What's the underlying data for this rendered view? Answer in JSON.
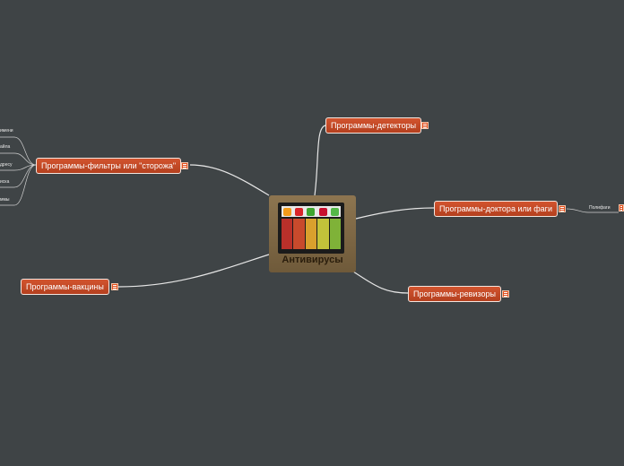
{
  "central": {
    "title": "Антивирусы",
    "icons": [
      "avast-icon",
      "avira-icon",
      "green-shield-icon",
      "kaspersky-icon",
      "drweb-icon"
    ]
  },
  "nodes": {
    "detectors": "Программы-детекторы",
    "doctors": "Программы-доктора или фаги",
    "auditors": "Программы-ревизоры",
    "vaccines": "Программы-вакцины",
    "filters": "Программы-фильтры или \"сторожа\""
  },
  "leaves": {
    "polyphages": "Полифаги",
    "filter_items": [
      "имени",
      "айла",
      "дресу",
      "иска",
      "ммы"
    ]
  },
  "colors": {
    "background": "#3f4446",
    "node_fill": "#c84a26",
    "node_border": "#f4e6df",
    "link": "#e6e6e6",
    "central_fill": "#7e6644"
  }
}
